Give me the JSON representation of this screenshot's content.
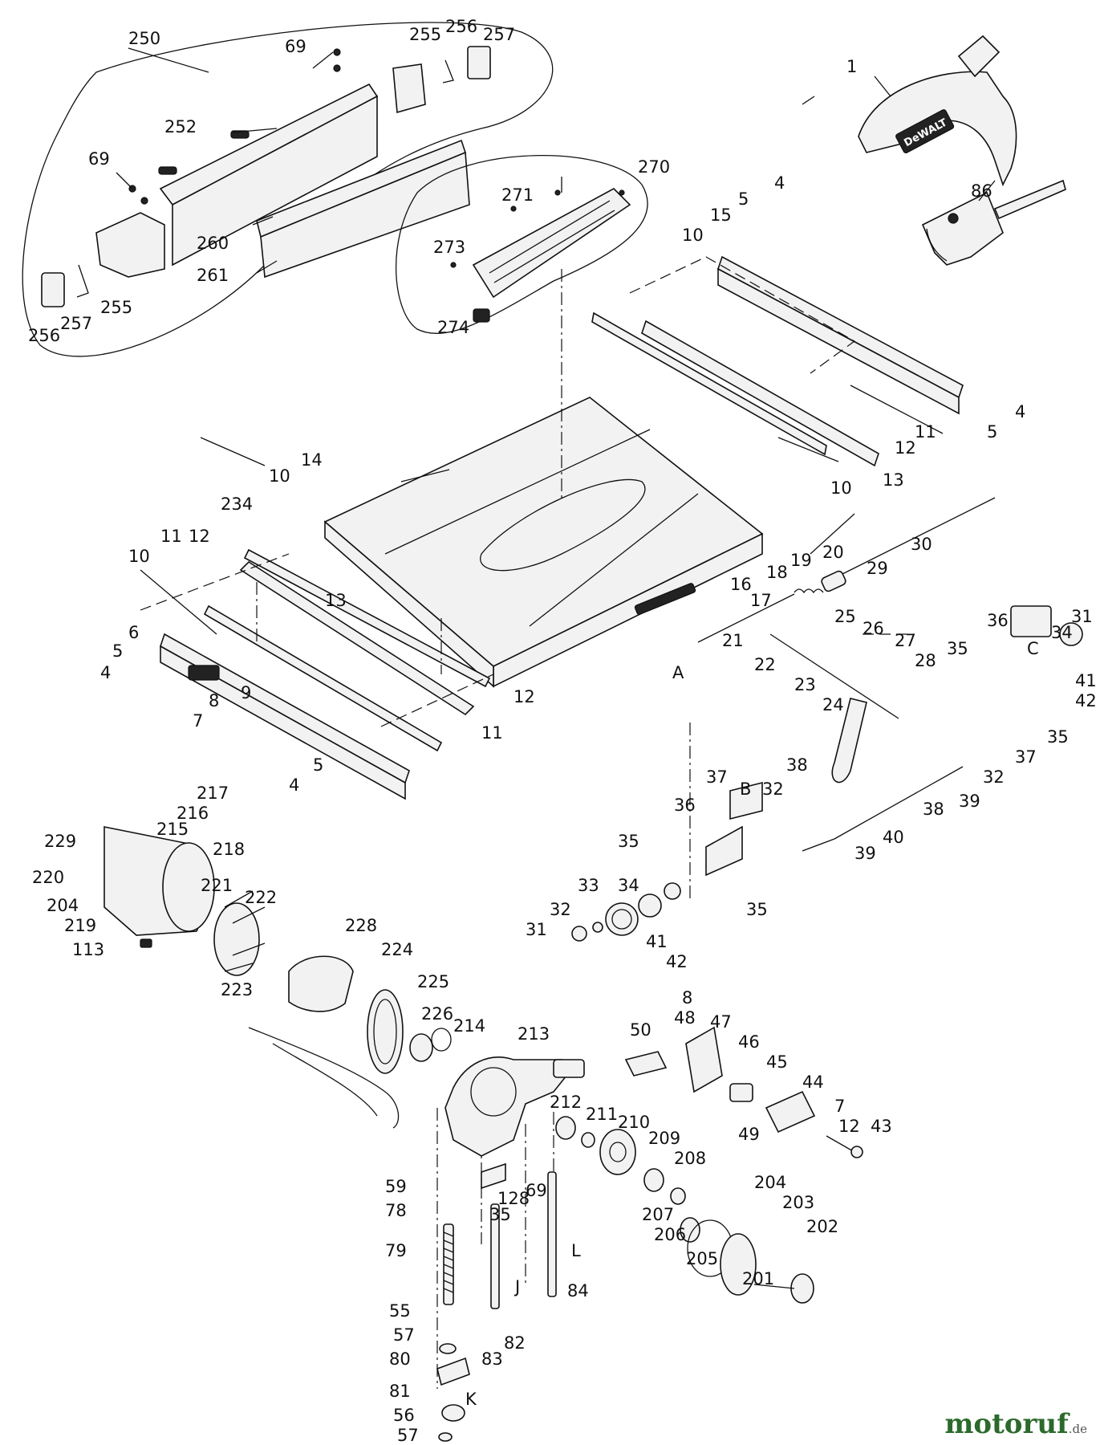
{
  "labels": {
    "p1": "1",
    "p4a": "4",
    "p4b": "4",
    "p4c": "4",
    "p4d": "4",
    "p5a": "5",
    "p5b": "5",
    "p5c": "5",
    "p5d": "5",
    "p6": "6",
    "p7a": "7",
    "p7b": "7",
    "p8a": "8",
    "p8b": "8",
    "p9": "9",
    "p10a": "10",
    "p10b": "10",
    "p10c": "10",
    "p10d": "10",
    "p11a": "11",
    "p11b": "11",
    "p11c": "11",
    "p12a": "12",
    "p12b": "12",
    "p12c": "12",
    "p12d": "12",
    "p13a": "13",
    "p13b": "13",
    "p14": "14",
    "p15": "15",
    "p16": "16",
    "p17": "17",
    "p18": "18",
    "p19": "19",
    "p20": "20",
    "p21": "21",
    "p22": "22",
    "p23": "23",
    "p24": "24",
    "p25": "25",
    "p26": "26",
    "p27": "27",
    "p28": "28",
    "p29": "29",
    "p30": "30",
    "p31a": "31",
    "p31b": "31",
    "p32a": "32",
    "p32b": "32",
    "p32c": "32",
    "p33": "33",
    "p34a": "34",
    "p34b": "34",
    "p35a": "35",
    "p35b": "35",
    "p35c": "35",
    "p35d": "35",
    "p35e": "35",
    "p36a": "36",
    "p36b": "36",
    "p37a": "37",
    "p37b": "37",
    "p38a": "38",
    "p38b": "38",
    "p39a": "39",
    "p39b": "39",
    "p40": "40",
    "p41a": "41",
    "p41b": "41",
    "p42a": "42",
    "p42b": "42",
    "p43": "43",
    "p44": "44",
    "p45": "45",
    "p46": "46",
    "p47": "47",
    "p48": "48",
    "p49": "49",
    "p50": "50",
    "p55": "55",
    "p56": "56",
    "p57a": "57",
    "p57b": "57",
    "p59": "59",
    "p69a": "69",
    "p69b": "69",
    "p69c": "69",
    "p78": "78",
    "p79": "79",
    "p80": "80",
    "p81": "81",
    "p82": "82",
    "p83": "83",
    "p84": "84",
    "p86": "86",
    "p113": "113",
    "p128": "128",
    "p201": "201",
    "p202": "202",
    "p203": "203",
    "p204a": "204",
    "p204b": "204",
    "p205": "205",
    "p206": "206",
    "p207": "207",
    "p208": "208",
    "p209": "209",
    "p210": "210",
    "p211": "211",
    "p212": "212",
    "p213": "213",
    "p214": "214",
    "p215": "215",
    "p216": "216",
    "p217": "217",
    "p218": "218",
    "p219": "219",
    "p220": "220",
    "p221": "221",
    "p222": "222",
    "p223": "223",
    "p224": "224",
    "p225": "225",
    "p226": "226",
    "p228": "228",
    "p229": "229",
    "p234": "234",
    "p250": "250",
    "p252": "252",
    "p255a": "255",
    "p255b": "255",
    "p256a": "256",
    "p256b": "256",
    "p257a": "257",
    "p257b": "257",
    "p260": "260",
    "p261": "261",
    "p270": "270",
    "p271": "271",
    "p273": "273",
    "p274": "274",
    "refA": "A",
    "refB": "B",
    "refC": "C",
    "refJ": "J",
    "refK": "K",
    "refL": "L"
  },
  "brand_on_guard": "DeWALT",
  "watermark": {
    "name": "motoruf",
    "suffix": ".de"
  }
}
